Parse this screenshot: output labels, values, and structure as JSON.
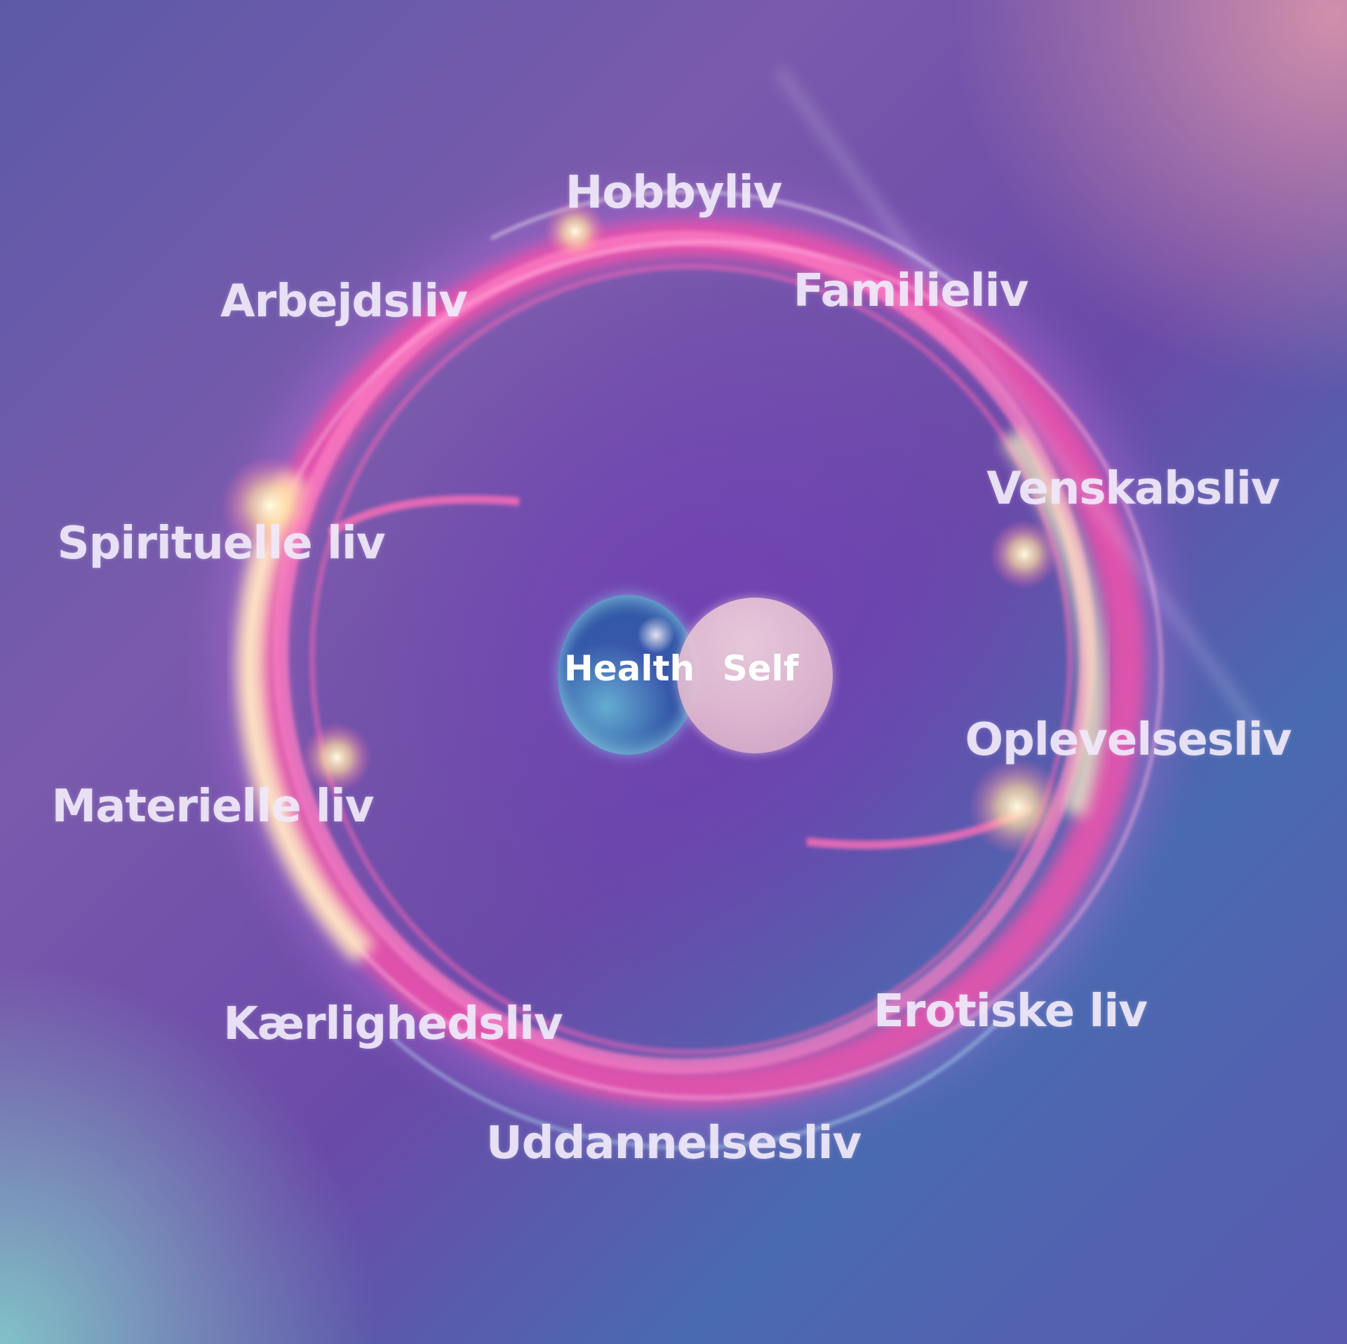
{
  "diagram": {
    "outer_labels": [
      {
        "id": "hobbyliv",
        "text": "Hobbyliv"
      },
      {
        "id": "familieliv",
        "text": "Familieliv"
      },
      {
        "id": "arbejdsliv",
        "text": "Arbejdsliv"
      },
      {
        "id": "venskabsliv",
        "text": "Venskabsliv"
      },
      {
        "id": "spirituelle",
        "text": "Spirituelle liv"
      },
      {
        "id": "oplevelsesliv",
        "text": "Oplevelsesliv"
      },
      {
        "id": "materielle",
        "text": "Materielle liv"
      },
      {
        "id": "kaerlighedsliv",
        "text": "Kærlighedsliv"
      },
      {
        "id": "erotiske",
        "text": "Erotiske liv"
      },
      {
        "id": "uddannelsesliv",
        "text": "Uddannelsesliv"
      }
    ],
    "center": {
      "health": "Health",
      "self": "Self"
    },
    "colors": {
      "ring_pink": "#ff4fa8",
      "ring_glow": "#fff3c4",
      "health_bubble": "#3a58b0",
      "self_bubble": "#ecc6d6",
      "label_text": "#f0e8fa"
    }
  }
}
